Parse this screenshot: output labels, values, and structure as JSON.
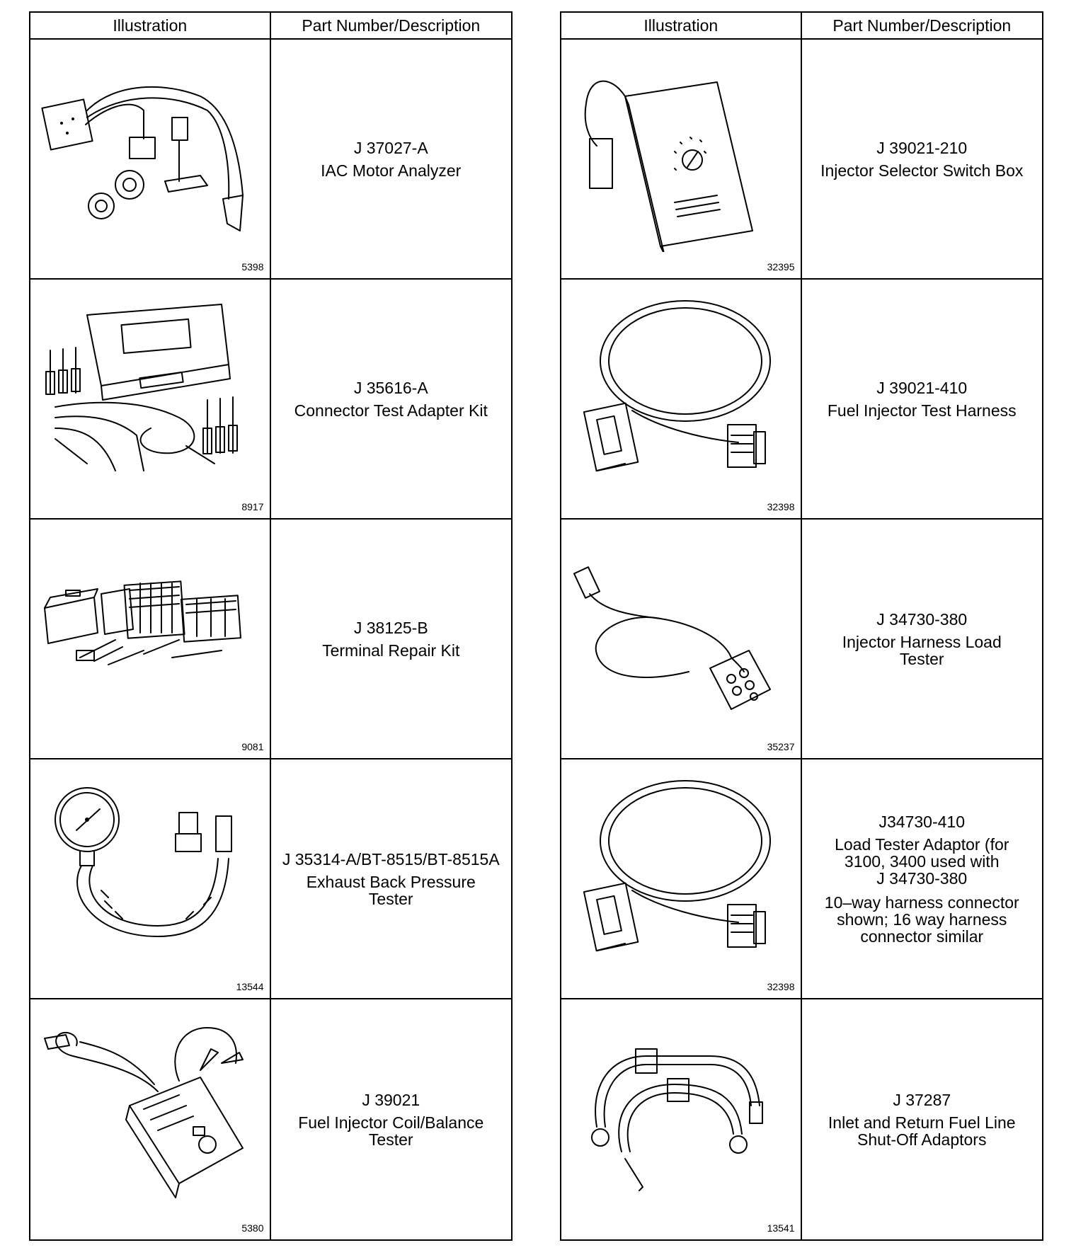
{
  "tables": [
    {
      "header": {
        "illustration": "Illustration",
        "part": "Part Number/Description"
      },
      "rows": [
        {
          "figure": "5398",
          "part_number": "J 37027-A",
          "description": [
            "IAC Motor Analyzer"
          ],
          "icon": "iac-motor-analyzer-icon"
        },
        {
          "figure": "8917",
          "part_number": "J 35616-A",
          "description": [
            "Connector Test Adapter Kit"
          ],
          "icon": "connector-test-adapter-kit-icon"
        },
        {
          "figure": "9081",
          "part_number": "J 38125-B",
          "description": [
            "Terminal Repair Kit"
          ],
          "icon": "terminal-repair-kit-icon"
        },
        {
          "figure": "13544",
          "part_number": "J 35314-A/BT-8515/BT-8515A",
          "description": [
            "Exhaust Back Pressure",
            "Tester"
          ],
          "icon": "pressure-gauge-icon"
        },
        {
          "figure": "5380",
          "part_number": "J 39021",
          "description": [
            "Fuel Injector Coil/Balance",
            "Tester"
          ],
          "icon": "coil-balance-tester-icon"
        }
      ]
    },
    {
      "header": {
        "illustration": "Illustration",
        "part": "Part Number/Description"
      },
      "rows": [
        {
          "figure": "32395",
          "part_number": "J 39021-210",
          "description": [
            "Injector Selector Switch Box"
          ],
          "icon": "selector-switch-box-icon"
        },
        {
          "figure": "32398",
          "part_number": "J 39021-410",
          "description": [
            "Fuel Injector Test Harness"
          ],
          "icon": "test-harness-icon"
        },
        {
          "figure": "35237",
          "part_number": "J 34730-380",
          "description": [
            "Injector Harness Load",
            "Tester"
          ],
          "icon": "harness-load-tester-icon"
        },
        {
          "figure": "32398",
          "part_number": "J34730-410",
          "description": [
            "Load Tester Adaptor (for",
            "3100, 3400 used with",
            "J 34730-380"
          ],
          "note": [
            "10–way harness connector",
            "shown; 16 way harness",
            "connector similar"
          ],
          "icon": "load-tester-adaptor-icon"
        },
        {
          "figure": "13541",
          "part_number": "J 37287",
          "description": [
            "Inlet and Return Fuel Line",
            "Shut-Off Adaptors"
          ],
          "icon": "fuel-line-adaptors-icon"
        }
      ]
    }
  ]
}
